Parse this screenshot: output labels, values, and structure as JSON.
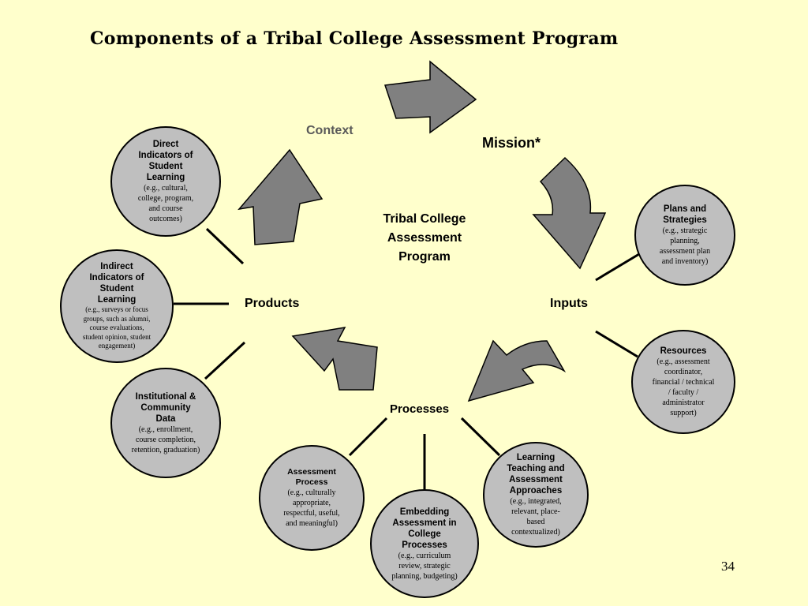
{
  "title": "Components of a Tribal College Assessment Program",
  "center_label": [
    "Tribal College",
    "Assessment",
    "Program"
  ],
  "cycle": {
    "context": "Context",
    "mission": "Mission*",
    "inputs": "Inputs",
    "processes": "Processes",
    "products": "Products"
  },
  "circles": {
    "direct": {
      "heading": [
        "Direct",
        "Indicators of",
        "Student",
        "Learning"
      ],
      "detail": [
        "(e.g., cultural,",
        "college, program,",
        "and course",
        "outcomes)"
      ]
    },
    "indirect": {
      "heading": [
        "Indirect",
        "Indicators of",
        "Student",
        "Learning"
      ],
      "detail": [
        "(e.g., surveys or focus",
        "groups, such as alumni,",
        "course evaluations,",
        "student opinion, student",
        "engagement)"
      ]
    },
    "institutional": {
      "heading": [
        "Institutional &",
        "Community",
        "Data"
      ],
      "detail": [
        "(e.g., enrollment,",
        "course completion,",
        "retention, graduation)"
      ]
    },
    "plans": {
      "heading": [
        "Plans and",
        "Strategies"
      ],
      "detail": [
        "(e.g., strategic",
        "planning,",
        "assessment plan",
        "and inventory)"
      ]
    },
    "resources": {
      "heading": [
        "Resources"
      ],
      "detail": [
        "(e.g., assessment",
        "coordinator,",
        "financial / technical",
        "/ faculty /",
        "administrator",
        "support)"
      ]
    },
    "assessment_process": {
      "heading": [
        "Assessment",
        "Process"
      ],
      "detail": [
        "(e.g., culturally",
        "appropriate,",
        "respectful, useful,",
        "and meaningful)"
      ]
    },
    "embedding": {
      "heading": [
        "Embedding",
        "Assessment in",
        "College",
        "Processes"
      ],
      "detail": [
        "(e.g., curriculum",
        "review, strategic",
        "planning, budgeting)"
      ]
    },
    "learning": {
      "heading": [
        "Learning",
        "Teaching and",
        "Assessment",
        "Approaches"
      ],
      "detail": [
        "(e.g., integrated,",
        "relevant, place-",
        "based",
        "contextualized)"
      ]
    }
  },
  "page_number": "34",
  "colors": {
    "background": "#ffffcc",
    "arrow_fill": "#808080",
    "circle_fill": "#bfbfbf",
    "context_text": "#595959"
  }
}
